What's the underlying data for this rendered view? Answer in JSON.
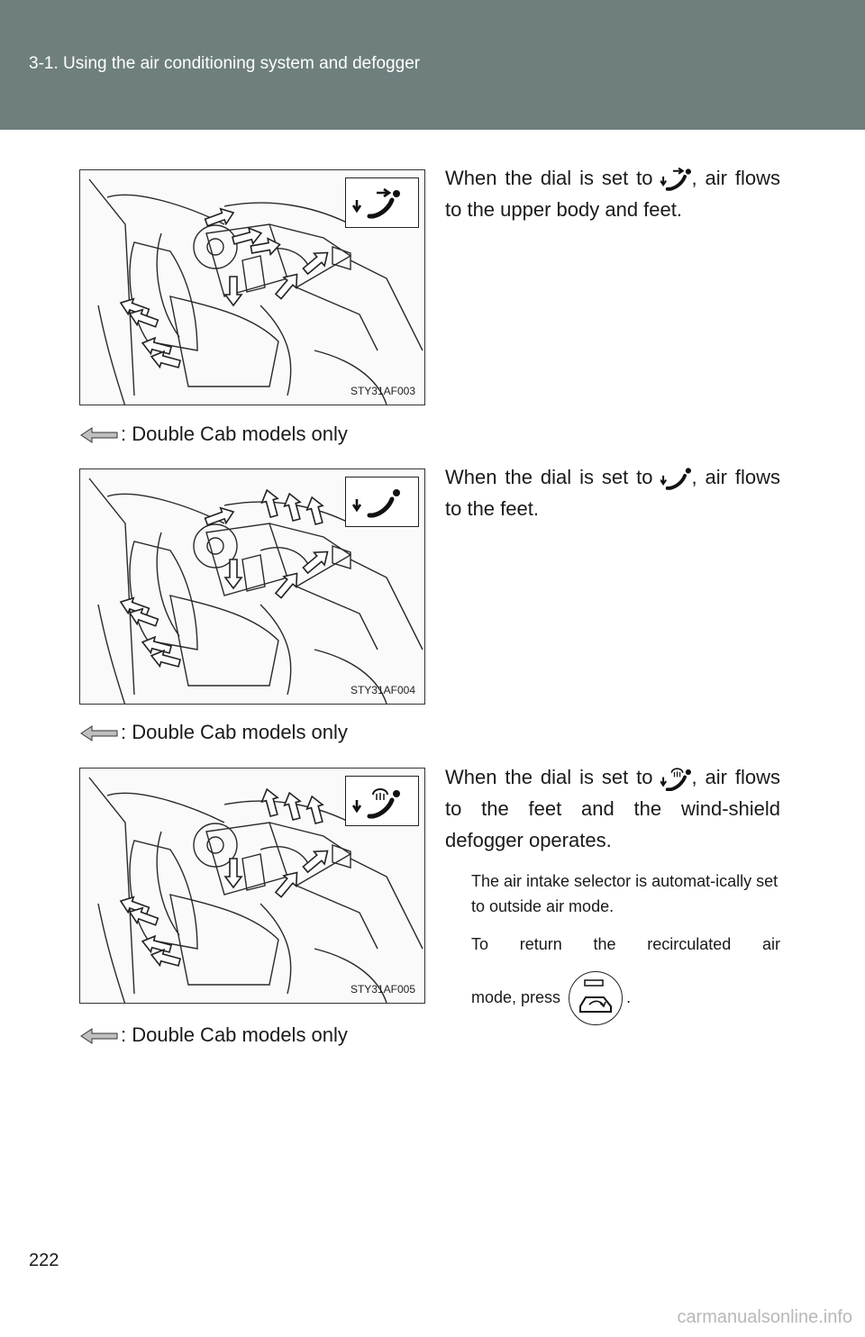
{
  "header": {
    "title": "3-1. Using the air conditioning system and defogger"
  },
  "sections": [
    {
      "figure_id": "STY31AF003",
      "mode_icon": "face-feet-mode-icon",
      "text_before": "When the dial is set to ",
      "text_after": ", air flows to the upper body and feet.",
      "legend": ": Double Cab models only"
    },
    {
      "figure_id": "STY31AF004",
      "mode_icon": "feet-mode-icon",
      "text_before": "When the dial is set to ",
      "text_after": ", air flows to the feet.",
      "legend": ": Double Cab models only"
    },
    {
      "figure_id": "STY31AF005",
      "mode_icon": "feet-defog-mode-icon",
      "text_before": "When the dial is set to ",
      "text_after": ", air flows to the feet and the wind-shield defogger operates.",
      "note1": "The air intake selector is automat-ically set to outside air mode.",
      "note2_a": "To return the recirculated air",
      "note2_b": "mode, press",
      "note2_c": ".",
      "legend": ": Double Cab models only"
    }
  ],
  "page_number": "222",
  "watermark": "carmanualsonline.info"
}
